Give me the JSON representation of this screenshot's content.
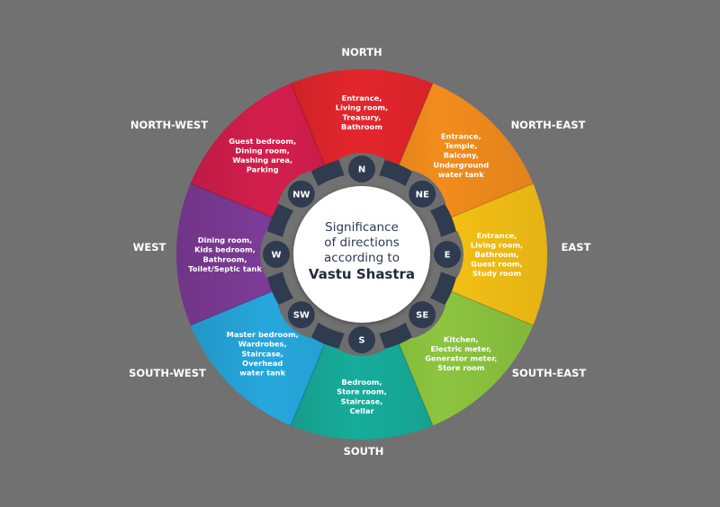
{
  "center": {
    "lines": [
      "Significance",
      "of directions",
      "according to"
    ],
    "highlight": "Vastu Shastra"
  },
  "sectors": [
    {
      "key": "north",
      "label": "NORTH",
      "abbr": "N",
      "color": "#e4262c",
      "items": [
        "Entrance,",
        "Living room,",
        "Treasury,",
        "Bathroom"
      ]
    },
    {
      "key": "north-east",
      "label": "NORTH-EAST",
      "abbr": "NE",
      "color": "#f28c1d",
      "items": [
        "Entrance,",
        "Temple,",
        "Balcony,",
        "Underground",
        "water tank"
      ]
    },
    {
      "key": "east",
      "label": "EAST",
      "abbr": "E",
      "color": "#f4c015",
      "items": [
        "Entrance,",
        "Living room,",
        "Bathroom,",
        "Guest room,",
        "Study room"
      ]
    },
    {
      "key": "south-east",
      "label": "SOUTH-EAST",
      "abbr": "SE",
      "color": "#8cc53f",
      "items": [
        "Kitchen,",
        "Electric meter,",
        "Generator meter,",
        "Store room"
      ]
    },
    {
      "key": "south",
      "label": "SOUTH",
      "abbr": "S",
      "color": "#17ad9b",
      "items": [
        "Bedroom,",
        "Store room,",
        "Staircase,",
        "Cellar"
      ]
    },
    {
      "key": "south-west",
      "label": "SOUTH-WEST",
      "abbr": "SW",
      "color": "#26a7dc",
      "items": [
        "Master bedroom,",
        "Wardrobes,",
        "Staircase,",
        "Overhead",
        "water tank"
      ]
    },
    {
      "key": "west",
      "label": "WEST",
      "abbr": "W",
      "color": "#7c3b96",
      "items": [
        "Dining room,",
        "Kids bedroom,",
        "Bathroom,",
        "Toilet/Septic tank"
      ]
    },
    {
      "key": "north-west",
      "label": "NORTH-WEST",
      "abbr": "NW",
      "color": "#d31e4c",
      "items": [
        "Guest bedroom,",
        "Dining room,",
        "Washing area,",
        "Parking"
      ]
    }
  ],
  "colors": {
    "background": "#717171",
    "hub": "#2f3b4f",
    "ring": "#717171",
    "center_disc": "#ffffff"
  }
}
